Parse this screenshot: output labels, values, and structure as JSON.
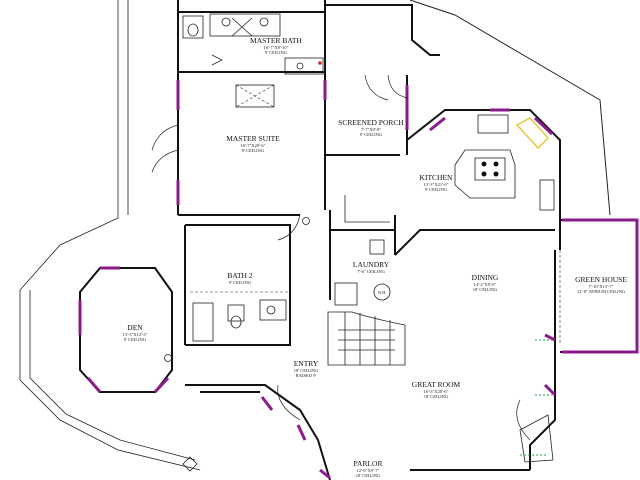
{
  "colors": {
    "wall": "#111111",
    "window": "#8b1a8b",
    "accent_red": "#cc2222",
    "accent_green": "#22aa44",
    "accent_yellow": "#e8c840"
  },
  "rooms": {
    "master_bath": {
      "name": "MASTER BATH",
      "dims": "16'-7\"X8'-10\"",
      "ceiling": "9' CEILING"
    },
    "master_suite": {
      "name": "MASTER SUITE",
      "dims": "16'-7\"X20'-6\"",
      "ceiling": "9' CEILING"
    },
    "screened_porch": {
      "name": "SCREENED PORCH",
      "dims": "7'-7\"X9'-8\"",
      "ceiling": "9' CEILING"
    },
    "kitchen": {
      "name": "KITCHEN",
      "dims": "13'-3\"X21'-6\"",
      "ceiling": "9' CEILING"
    },
    "laundry": {
      "name": "LAUNDRY",
      "ceiling": "7'-6\" CEILING"
    },
    "bath2": {
      "name": "BATH 2",
      "ceiling": "9' CEILING"
    },
    "den": {
      "name": "DEN",
      "dims": "13'-3\"X12'-3\"",
      "ceiling": "9' CEILING"
    },
    "dining": {
      "name": "DINING",
      "dims": "14'-2\"X9'-0\"",
      "ceiling": "18' CEILING"
    },
    "green_house": {
      "name": "GREEN HOUSE",
      "dims": "7'-10\"X15'-7\"",
      "ceiling": "12'-8\" ATRIUM CEILING"
    },
    "entry": {
      "name": "ENTRY",
      "ceiling": "18' CEILING",
      "note": "RAISED 9'"
    },
    "great_room": {
      "name": "GREAT ROOM",
      "dims": "16'-3\"X20'-6\"",
      "ceiling": "18' CEILING"
    },
    "parlor": {
      "name": "PARLOR",
      "dims": "12'-6\"X9'-7\"",
      "ceiling": "18' CEILING"
    }
  },
  "fixtures": {
    "water_heater": "W.H."
  }
}
